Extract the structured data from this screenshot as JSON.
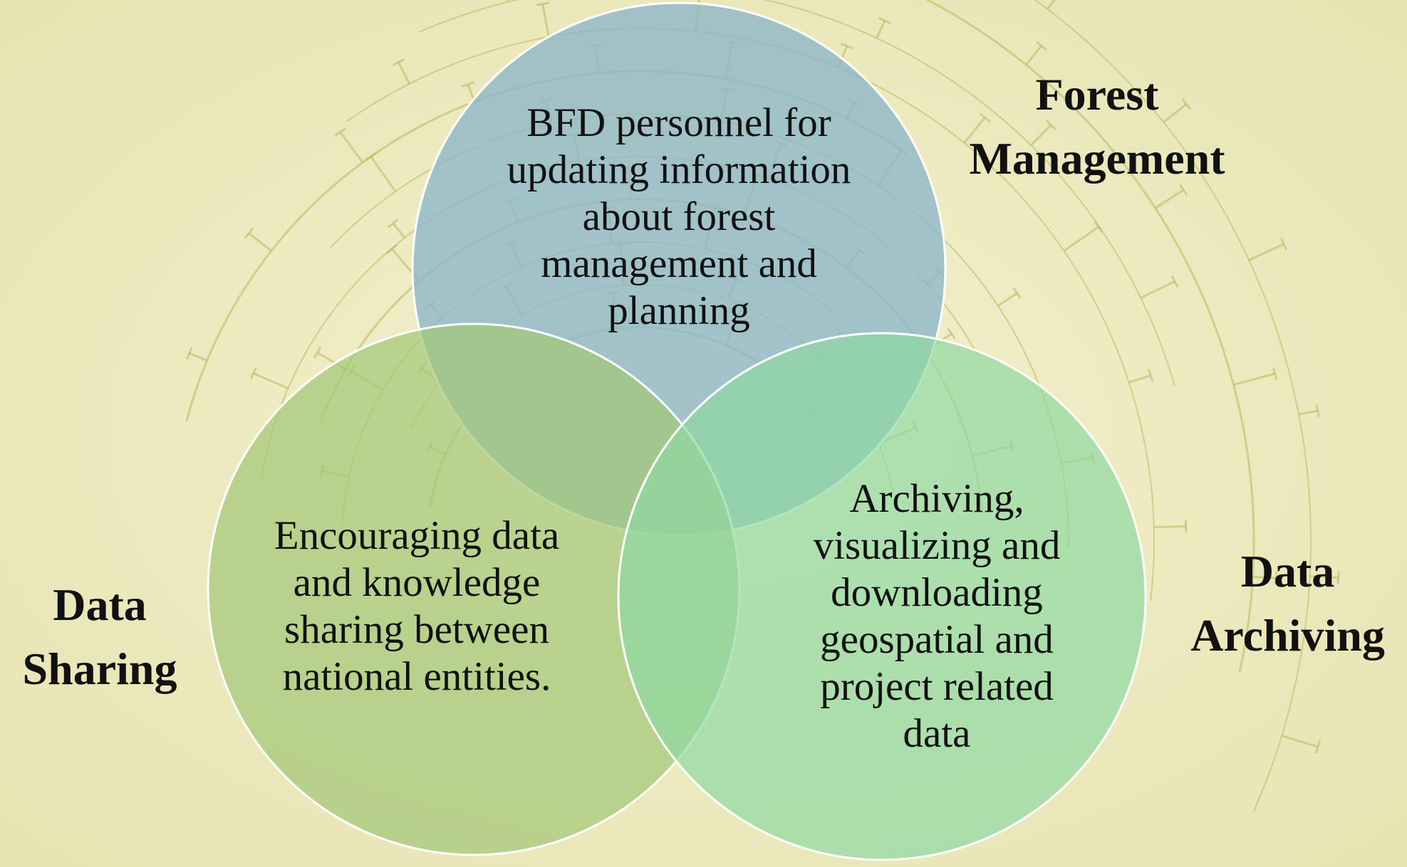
{
  "diagram": {
    "type": "venn",
    "circles": [
      {
        "id": "forest-management",
        "label_lines": [
          "Forest",
          "Management"
        ],
        "text_lines": [
          "BFD personnel for",
          "updating information",
          "about forest",
          "management and",
          "planning"
        ],
        "fill": "#8cb6c9"
      },
      {
        "id": "data-sharing",
        "label_lines": [
          "Data",
          "Sharing"
        ],
        "text_lines": [
          "Encouraging data",
          "and knowledge",
          "sharing between",
          "national entities."
        ],
        "fill": "#a3c878"
      },
      {
        "id": "data-archiving",
        "label_lines": [
          "Data",
          "Archiving"
        ],
        "text_lines": [
          "Archiving,",
          "visualizing and",
          "downloading",
          "geospatial and",
          "project related",
          "data"
        ],
        "fill": "#8ed8a2"
      }
    ],
    "colors": {
      "background": "#ece9bf",
      "decoration": "#b8b85a",
      "circle_stroke": "#ffffff",
      "text": "#111111"
    }
  }
}
